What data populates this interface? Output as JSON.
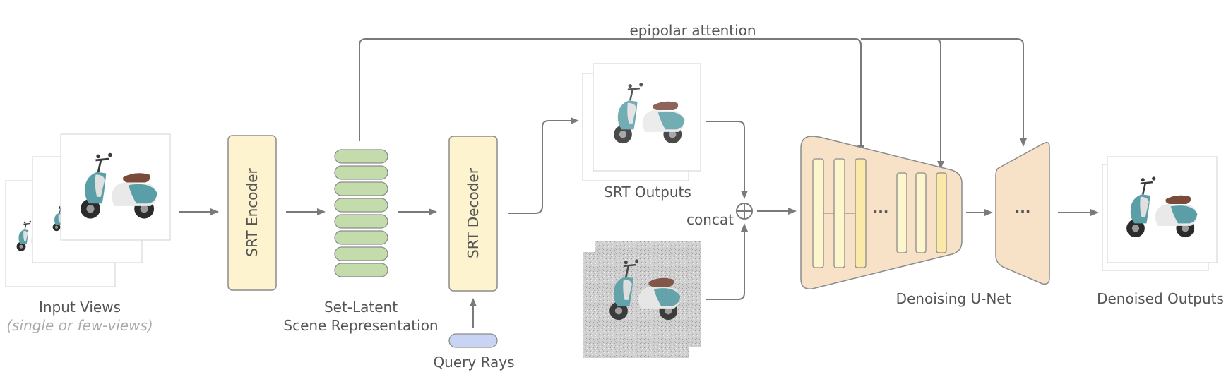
{
  "labels": {
    "epipolar": "epipolar attention",
    "input_views": "Input Views",
    "input_views_sub": "(single or few-views)",
    "srt_encoder": "SRT Encoder",
    "set_latent_1": "Set-Latent",
    "set_latent_2": "Scene Representation",
    "srt_decoder": "SRT Decoder",
    "query_rays": "Query Rays",
    "srt_outputs": "SRT Outputs",
    "concat": "concat",
    "concat_symbol": "⊕",
    "unet_ellipsis": "···",
    "decoder_ellipsis": "···",
    "denoising_unet": "Denoising U-Net",
    "denoised_outputs": "Denoised Outputs"
  },
  "colors": {
    "srt_block": "#fdf3cf",
    "srt_block_stroke": "#8c8c8c",
    "latent_token": "#c4dcac",
    "latent_token_stroke": "#8c8c8c",
    "query_ray": "#c9d3f4",
    "unet_body": "#f7e2c8",
    "unet_bar": "#fdf5cc",
    "unet_bar_hi": "#fbe9a8",
    "arrow": "#7a7a7a",
    "scooter_body": "#5a9fa8",
    "scooter_seat": "#7a4a3a"
  },
  "icons": {
    "scooter": "scooter-image",
    "noisy_scooter": "noisy-scooter-image"
  }
}
